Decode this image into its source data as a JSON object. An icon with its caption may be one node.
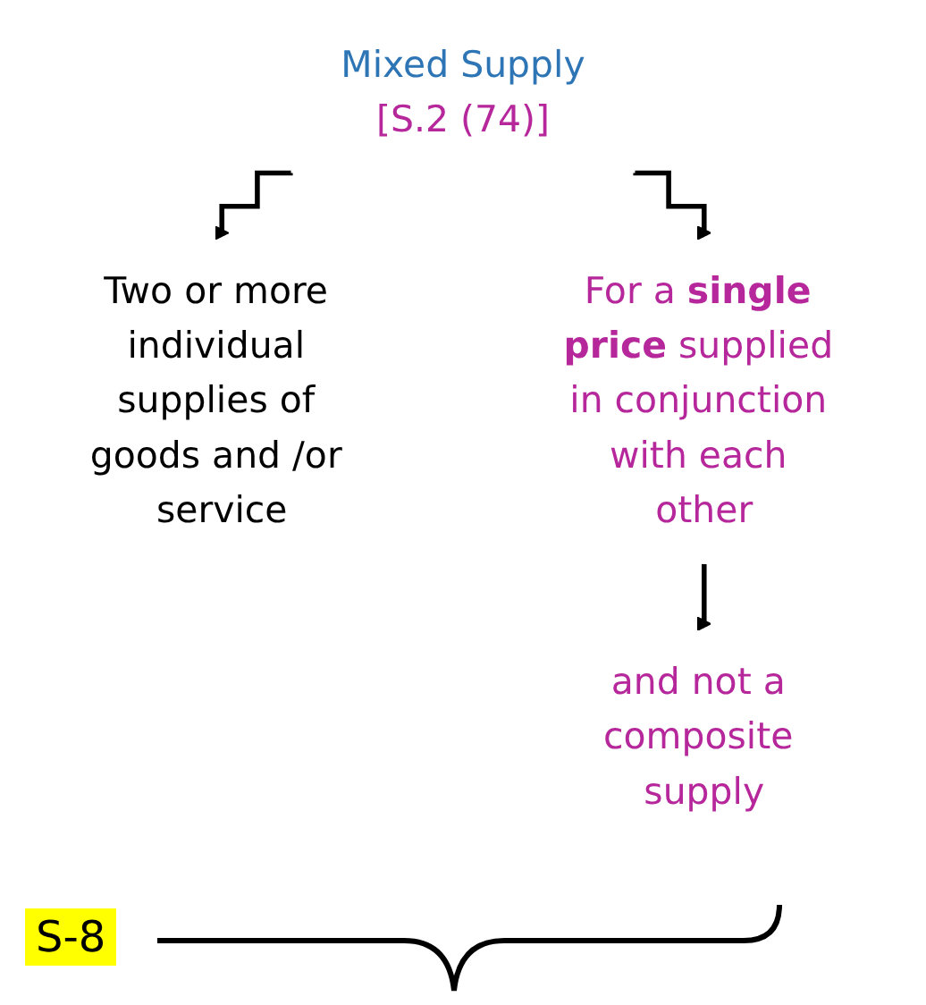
{
  "diagram": {
    "nodes": [
      {
        "text": [
          "Mixed Supply",
          "[S.2 (74)]"
        ]
      },
      {
        "text": [
          "Two or more individual supplies of goods and /or service"
        ]
      },
      {
        "text": [
          "For a **single price** supplied in conjunction with each other"
        ]
      },
      {
        "text": [
          "and not a composite supply"
        ]
      }
    ],
    "edges": [
      {
        "from": 0,
        "to": 1,
        "arrow": "to"
      },
      {
        "from": 0,
        "to": 2,
        "arrow": "to"
      },
      {
        "from": 2,
        "to": 3,
        "arrow": "to"
      }
    ],
    "labels": [
      "S-8"
    ]
  }
}
